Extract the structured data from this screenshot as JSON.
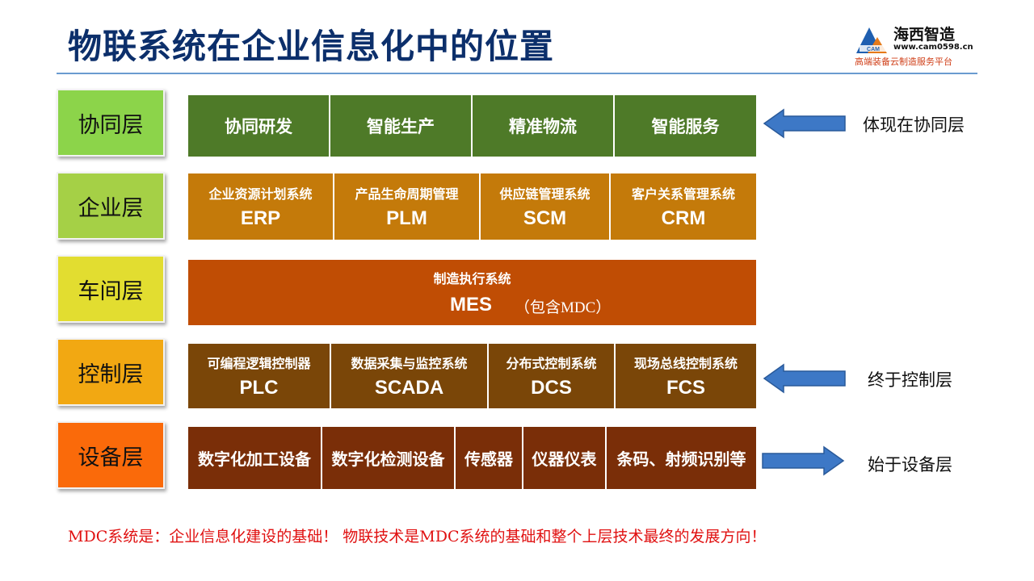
{
  "title": "物联系统在企业信息化中的位置",
  "logo": {
    "name": "海西智造",
    "url": "www.cam0598.cn",
    "slogan": "高端装备云制造服务平台",
    "mark_text": "CAM"
  },
  "colors": {
    "title": "#0c2f6b",
    "collab_row": "#4e7a28",
    "enterprise_row": "#c47a0a",
    "workshop_row": "#c04d04",
    "control_row": "#7a4608",
    "device_row": "#7a2e08",
    "arrow": "#3d78c6",
    "footer": "#e01010"
  },
  "layers": [
    {
      "label": "协同层",
      "color": "#8cd44a"
    },
    {
      "label": "企业层",
      "color": "#a5d046"
    },
    {
      "label": "车间层",
      "color": "#e2dd30"
    },
    {
      "label": "控制层",
      "color": "#f2a812"
    },
    {
      "label": "设备层",
      "color": "#fa6a0a"
    }
  ],
  "collab_row": [
    "协同研发",
    "智能生产",
    "精准物流",
    "智能服务"
  ],
  "enterprise_row": [
    {
      "sub": "企业资源计划系统",
      "abbr": "ERP"
    },
    {
      "sub": "产品生命周期管理",
      "abbr": "PLM"
    },
    {
      "sub": "供应链管理系统",
      "abbr": "SCM"
    },
    {
      "sub": "客户关系管理系统",
      "abbr": "CRM"
    }
  ],
  "workshop_row": {
    "sub": "制造执行系统",
    "abbr": "MES",
    "note": "（包含MDC）"
  },
  "control_row": [
    {
      "sub": "可编程逻辑控制器",
      "abbr": "PLC"
    },
    {
      "sub": "数据采集与监控系统",
      "abbr": "SCADA"
    },
    {
      "sub": "分布式控制系统",
      "abbr": "DCS"
    },
    {
      "sub": "现场总线控制系统",
      "abbr": "FCS"
    }
  ],
  "device_row": [
    "数字化加工设备",
    "数字化检测设备",
    "传感器",
    "仪器仪表",
    "条码、射频识别等"
  ],
  "side_notes": {
    "collab": "体现在协同层",
    "control": "终于控制层",
    "device": "始于设备层"
  },
  "footer": "MDC系统是：企业信息化建设的基础！ 物联技术是MDC系统的基础和整个上层技术最终的发展方向！"
}
